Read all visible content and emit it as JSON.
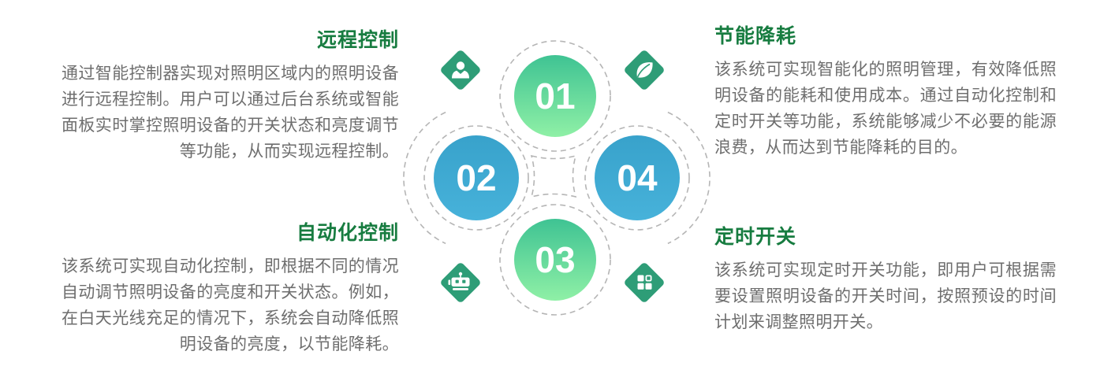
{
  "sections": {
    "remote": {
      "title": "远程控制",
      "body": "通过智能控制器实现对照明区域内的照明设备进行远程控制。用户可以通过后台系统或智能面板实时掌控照明设备的开关状态和亮度调节等功能，从而实现远程控制。"
    },
    "energy": {
      "title": "节能降耗",
      "body": "该系统可实现智能化的照明管理，有效降低照明设备的能耗和使用成本。通过自动化控制和定时开关等功能，系统能够减少不必要的能源浪费，从而达到节能降耗的目的。"
    },
    "auto": {
      "title": "自动化控制",
      "body": "该系统可实现自动化控制，即根据不同的情况自动调节照明设备的亮度和开关状态。例如，在白天光线充足的情况下，系统会自动降低照明设备的亮度，以节能降耗。"
    },
    "timer": {
      "title": "定时开关",
      "body": "该系统可实现定时开关功能，即用户可根据需要设置照明设备的开关时间，按照预设的时间计划来调整照明开关。"
    }
  },
  "diagram": {
    "steps": [
      {
        "number": "01",
        "color_style": "green-gradient"
      },
      {
        "number": "02",
        "color_style": "blue"
      },
      {
        "number": "03",
        "color_style": "green-gradient"
      },
      {
        "number": "04",
        "color_style": "blue"
      }
    ],
    "icons": [
      "user-icon",
      "leaf-icon",
      "robot-icon",
      "grid-icon"
    ]
  },
  "palette": {
    "heading_green": "#177c40",
    "body_gray": "#6e6e6e",
    "diamond_green": "#2e9d77",
    "dash_gray": "#b5b5b5",
    "green_top": "#3fc393",
    "green_bottom": "#8ff0a6",
    "blue_top": "#38a2cb",
    "blue_bottom": "#47b2da"
  }
}
